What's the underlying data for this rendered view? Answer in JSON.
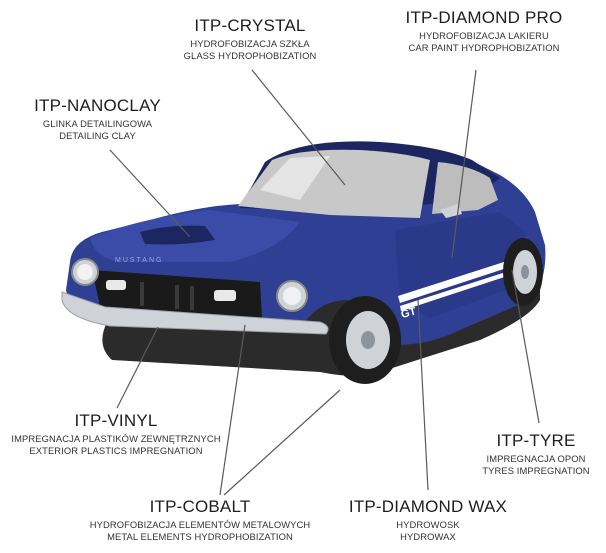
{
  "callouts": [
    {
      "id": "crystal",
      "title": "ITP-CRYSTAL",
      "line1": "HYDROFOBIZACJA SZKŁA",
      "line2": "GLASS HYDROPHOBIZATION"
    },
    {
      "id": "diamond_pro",
      "title": "ITP-DIAMOND PRO",
      "line1": "HYDROFOBIZACJA LAKIERU",
      "line2": "CAR PAINT HYDROPHOBIZATION"
    },
    {
      "id": "nanoclay",
      "title": "ITP-NANOCLAY",
      "line1": "GLINKA DETAILINGOWA",
      "line2": "DETAILING CLAY"
    },
    {
      "id": "vinyl",
      "title": "ITP-VINYL",
      "line1": "IMPREGNACJA PLASTIKÓW ZEWNĘTRZNYCH",
      "line2": "EXTERIOR PLASTICS IMPREGNATION"
    },
    {
      "id": "tyre",
      "title": "ITP-TYRE",
      "line1": "IMPREGNACJA OPON",
      "line2": "TYRES IMPREGNATION"
    },
    {
      "id": "cobalt",
      "title": "ITP-COBALT",
      "line1": "HYDROFOBIZACJA ELEMENTÓW METALOWYCH",
      "line2": "METAL ELEMENTS HYDROPHOBIZATION"
    },
    {
      "id": "diamond_wax",
      "title": "ITP-DIAMOND WAX",
      "line1": "HYDROWOSK",
      "line2": "HYDROWAX"
    }
  ],
  "car": {
    "hood_text": "MUSTANG",
    "side_badge": "GT"
  },
  "colors": {
    "body": "#2f3f93",
    "body_dark": "#1c2660",
    "body_light": "#4a5db5",
    "stripe": "#ffffff",
    "glass": "#c8c8c8",
    "chrome": "#cfd3d8",
    "shadow": "#2b2b2b",
    "leader": "#5a5a5a"
  }
}
